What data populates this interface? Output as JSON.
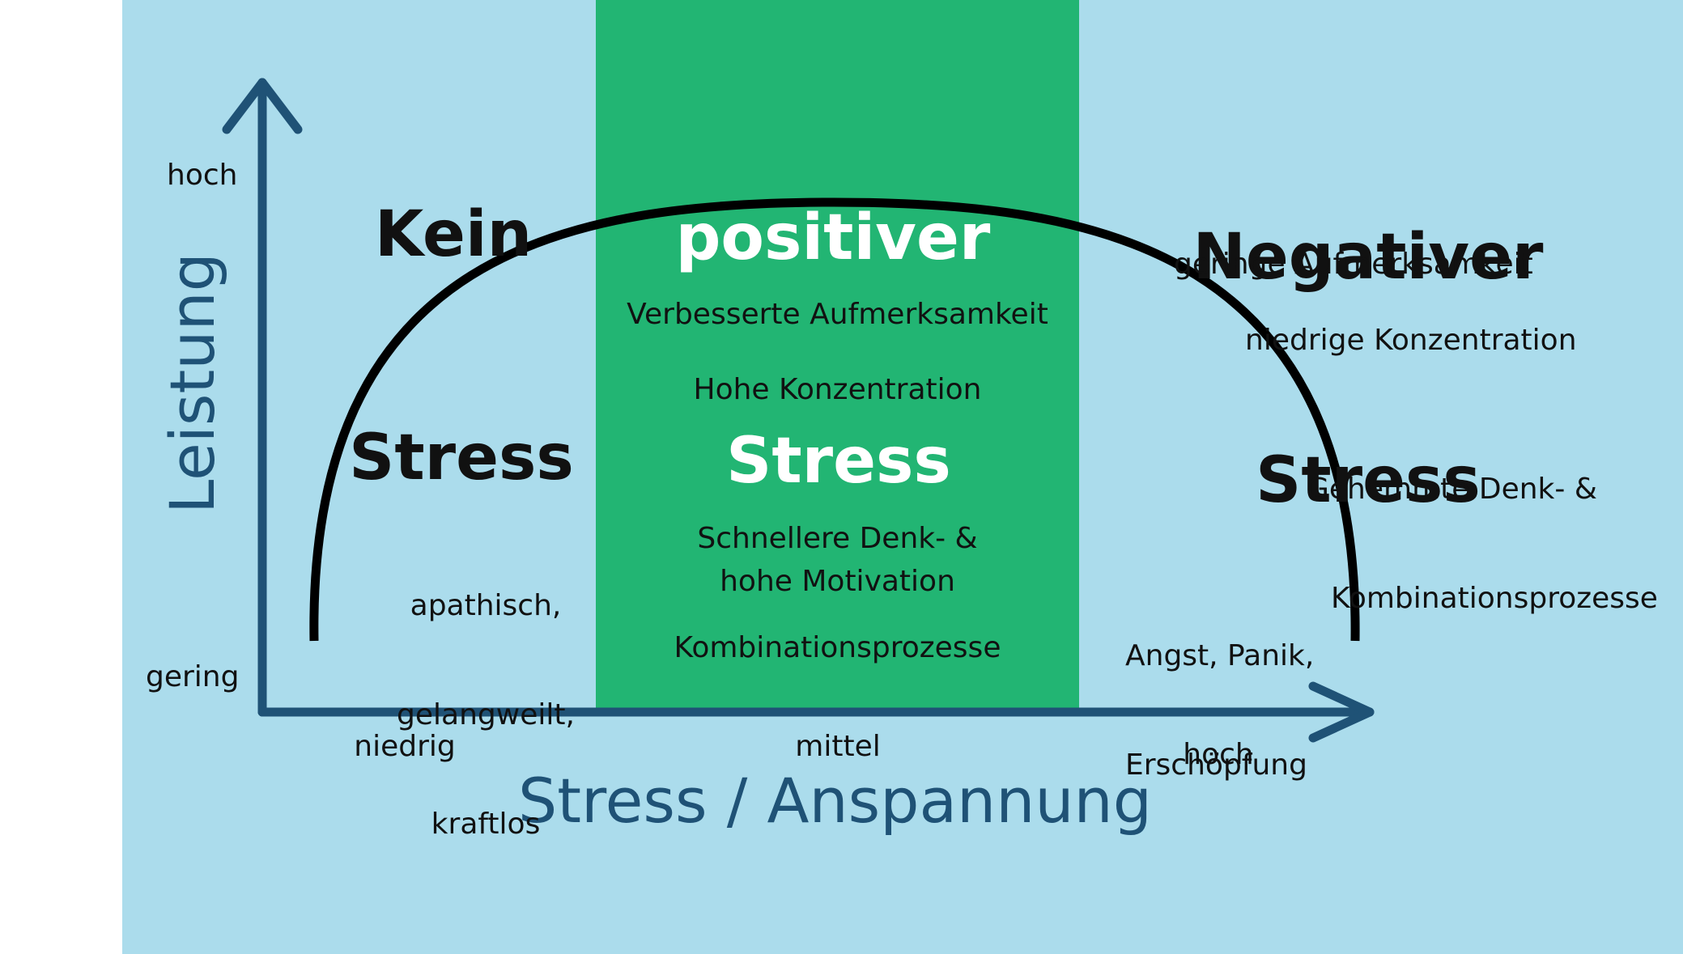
{
  "colors": {
    "background": "#abdcec",
    "positive_zone": "#22b573",
    "axis": "#1f5276",
    "curve": "#000000",
    "text": "#111111",
    "heading_on_green": "#ffffff"
  },
  "axes": {
    "y_title": "Leistung",
    "y_high": "hoch",
    "y_low": "gering",
    "x_title": "Stress / Anspannung",
    "x_low": "niedrig",
    "x_mid": "mittel",
    "x_high": "hoch"
  },
  "zones": {
    "none": {
      "title_line1": "Kein",
      "title_line2": "Stress",
      "desc": [
        "apathisch,",
        "gelangweilt,",
        "kraftlos"
      ]
    },
    "positive": {
      "title_line1": "positiver",
      "title_line2": "Stress",
      "items": [
        "Verbesserte Aufmerksamkeit",
        "Hohe Konzentration",
        "Schnellere Denk- &",
        "Kombinationsprozesse",
        "hohe Motivation"
      ]
    },
    "negative": {
      "title_line1": "Negativer",
      "title_line2": "Stress",
      "items": [
        "geringe Aufmerksamkeit",
        "niedrige Konzentration",
        "Gehemmte Denk- &",
        "Kombinationsprozesse"
      ],
      "desc": [
        "Angst, Panik,",
        "Erschöpfung"
      ]
    }
  },
  "curve": {
    "shape": "inverted-u"
  }
}
